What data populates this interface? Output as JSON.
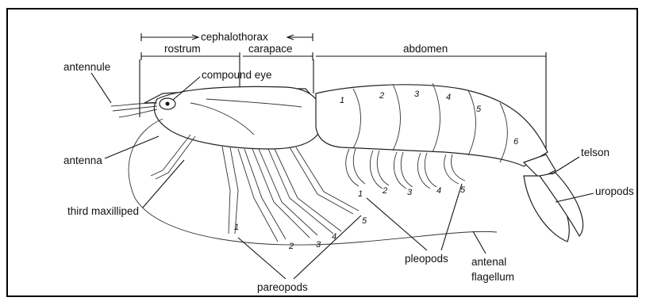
{
  "labels": {
    "cephalothorax": "cephalothorax",
    "rostrum": "rostrum",
    "carapace": "carapace",
    "abdomen": "abdomen",
    "antennule": "antennule",
    "compound_eye": "compound eye",
    "antenna": "antenna",
    "third_maxilliped": "third maxilliped",
    "telson": "telson",
    "uropods": "uropods",
    "pleopods": "pleopods",
    "antenal_flagellum_line1": "antenal",
    "antenal_flagellum_line2": "flagellum",
    "pareopods": "pareopods"
  },
  "segment_numbers": [
    "1",
    "2",
    "3",
    "4",
    "5",
    "6"
  ],
  "pleopod_numbers": [
    "1",
    "2",
    "3",
    "4",
    "5"
  ],
  "pareopod_numbers": [
    "1",
    "2",
    "3",
    "4",
    "5"
  ]
}
